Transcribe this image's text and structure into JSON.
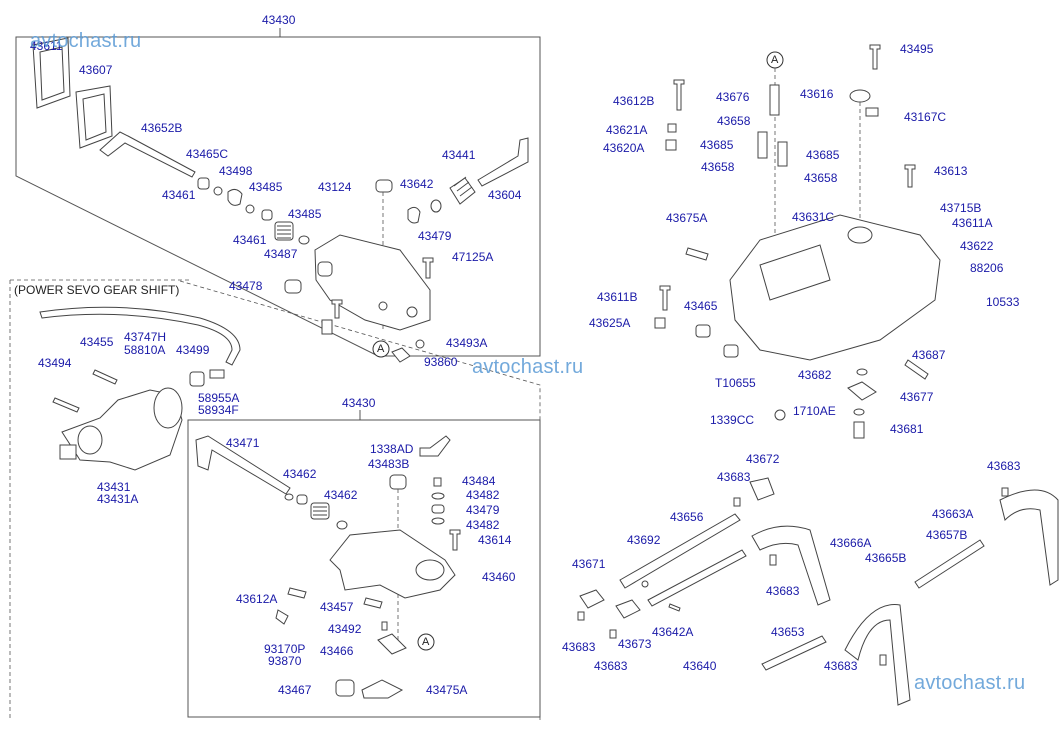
{
  "watermark": "avtochast.ru",
  "section_title": "(POWER SEVO GEAR SHIFT)",
  "ref_marker": "A",
  "assembly": {
    "upper_label": "43430",
    "lower_label": "43430"
  },
  "upper_left_labels": [
    {
      "id": "43611",
      "text": "43611"
    },
    {
      "id": "43607",
      "text": "43607"
    },
    {
      "id": "43652B",
      "text": "43652B"
    },
    {
      "id": "43465C",
      "text": "43465C"
    },
    {
      "id": "43498",
      "text": "43498"
    },
    {
      "id": "43461a",
      "text": "43461"
    },
    {
      "id": "43485a",
      "text": "43485"
    },
    {
      "id": "43461b",
      "text": "43461"
    },
    {
      "id": "43485b",
      "text": "43485"
    },
    {
      "id": "43487",
      "text": "43487"
    },
    {
      "id": "43124",
      "text": "43124"
    },
    {
      "id": "43642",
      "text": "43642"
    },
    {
      "id": "43479",
      "text": "43479"
    },
    {
      "id": "43441",
      "text": "43441"
    },
    {
      "id": "43604",
      "text": "43604"
    },
    {
      "id": "47125A",
      "text": "47125A"
    },
    {
      "id": "43478",
      "text": "43478"
    },
    {
      "id": "43493A",
      "text": "43493A"
    },
    {
      "id": "93860",
      "text": "93860"
    }
  ],
  "power_servo_labels": [
    {
      "id": "43747H",
      "text": "43747H"
    },
    {
      "id": "58810A",
      "text": "58810A"
    },
    {
      "id": "43455",
      "text": "43455"
    },
    {
      "id": "43499",
      "text": "43499"
    },
    {
      "id": "43494",
      "text": "43494"
    },
    {
      "id": "58955A",
      "text": "58955A"
    },
    {
      "id": "58934F",
      "text": "58934F"
    },
    {
      "id": "43431",
      "text": "43431"
    },
    {
      "id": "43431A",
      "text": "43431A"
    }
  ],
  "lower_box_labels": [
    {
      "id": "43471",
      "text": "43471"
    },
    {
      "id": "1338AD",
      "text": "1338AD"
    },
    {
      "id": "43483B",
      "text": "43483B"
    },
    {
      "id": "43484",
      "text": "43484"
    },
    {
      "id": "43462a",
      "text": "43462"
    },
    {
      "id": "43482a",
      "text": "43482"
    },
    {
      "id": "43462b",
      "text": "43462"
    },
    {
      "id": "43479",
      "text": "43479"
    },
    {
      "id": "43482b",
      "text": "43482"
    },
    {
      "id": "43614",
      "text": "43614"
    },
    {
      "id": "43460",
      "text": "43460"
    },
    {
      "id": "43612A",
      "text": "43612A"
    },
    {
      "id": "43457",
      "text": "43457"
    },
    {
      "id": "43492",
      "text": "43492"
    },
    {
      "id": "93170P",
      "text": "93170P"
    },
    {
      "id": "93870",
      "text": "93870"
    },
    {
      "id": "43466",
      "text": "43466"
    },
    {
      "id": "43467",
      "text": "43467"
    },
    {
      "id": "43475A",
      "text": "43475A"
    }
  ],
  "cover_labels": [
    {
      "id": "43495",
      "text": "43495"
    },
    {
      "id": "43612B",
      "text": "43612B"
    },
    {
      "id": "43676",
      "text": "43676"
    },
    {
      "id": "43616",
      "text": "43616"
    },
    {
      "id": "43621A",
      "text": "43621A"
    },
    {
      "id": "43658a",
      "text": "43658"
    },
    {
      "id": "43167C",
      "text": "43167C"
    },
    {
      "id": "43620A",
      "text": "43620A"
    },
    {
      "id": "43685a",
      "text": "43685"
    },
    {
      "id": "43685b",
      "text": "43685"
    },
    {
      "id": "43658b",
      "text": "43658"
    },
    {
      "id": "43658c",
      "text": "43658"
    },
    {
      "id": "43613",
      "text": "43613"
    },
    {
      "id": "43675A",
      "text": "43675A"
    },
    {
      "id": "43631C",
      "text": "43631C"
    },
    {
      "id": "43715B",
      "text": "43715B"
    },
    {
      "id": "43611A",
      "text": "43611A"
    },
    {
      "id": "43622",
      "text": "43622"
    },
    {
      "id": "88206",
      "text": "88206"
    },
    {
      "id": "43611B",
      "text": "43611B"
    },
    {
      "id": "43465",
      "text": "43465"
    },
    {
      "id": "10533",
      "text": "10533"
    },
    {
      "id": "43625A",
      "text": "43625A"
    },
    {
      "id": "43687",
      "text": "43687"
    },
    {
      "id": "T10655",
      "text": "T10655"
    },
    {
      "id": "43682",
      "text": "43682"
    },
    {
      "id": "43677",
      "text": "43677"
    },
    {
      "id": "1339CC",
      "text": "1339CC"
    },
    {
      "id": "1710AE",
      "text": "1710AE"
    },
    {
      "id": "43681",
      "text": "43681"
    }
  ],
  "fork_labels": [
    {
      "id": "43672",
      "text": "43672"
    },
    {
      "id": "43683a",
      "text": "43683"
    },
    {
      "id": "43683b",
      "text": "43683"
    },
    {
      "id": "43656",
      "text": "43656"
    },
    {
      "id": "43663A",
      "text": "43663A"
    },
    {
      "id": "43692",
      "text": "43692"
    },
    {
      "id": "43666A",
      "text": "43666A"
    },
    {
      "id": "43657B",
      "text": "43657B"
    },
    {
      "id": "43671",
      "text": "43671"
    },
    {
      "id": "43665B",
      "text": "43665B"
    },
    {
      "id": "43683c",
      "text": "43683"
    },
    {
      "id": "43683d",
      "text": "43683"
    },
    {
      "id": "43673",
      "text": "43673"
    },
    {
      "id": "43642A",
      "text": "43642A"
    },
    {
      "id": "43653",
      "text": "43653"
    },
    {
      "id": "43683e",
      "text": "43683"
    },
    {
      "id": "43683f",
      "text": "43683"
    },
    {
      "id": "43640",
      "text": "43640"
    }
  ]
}
